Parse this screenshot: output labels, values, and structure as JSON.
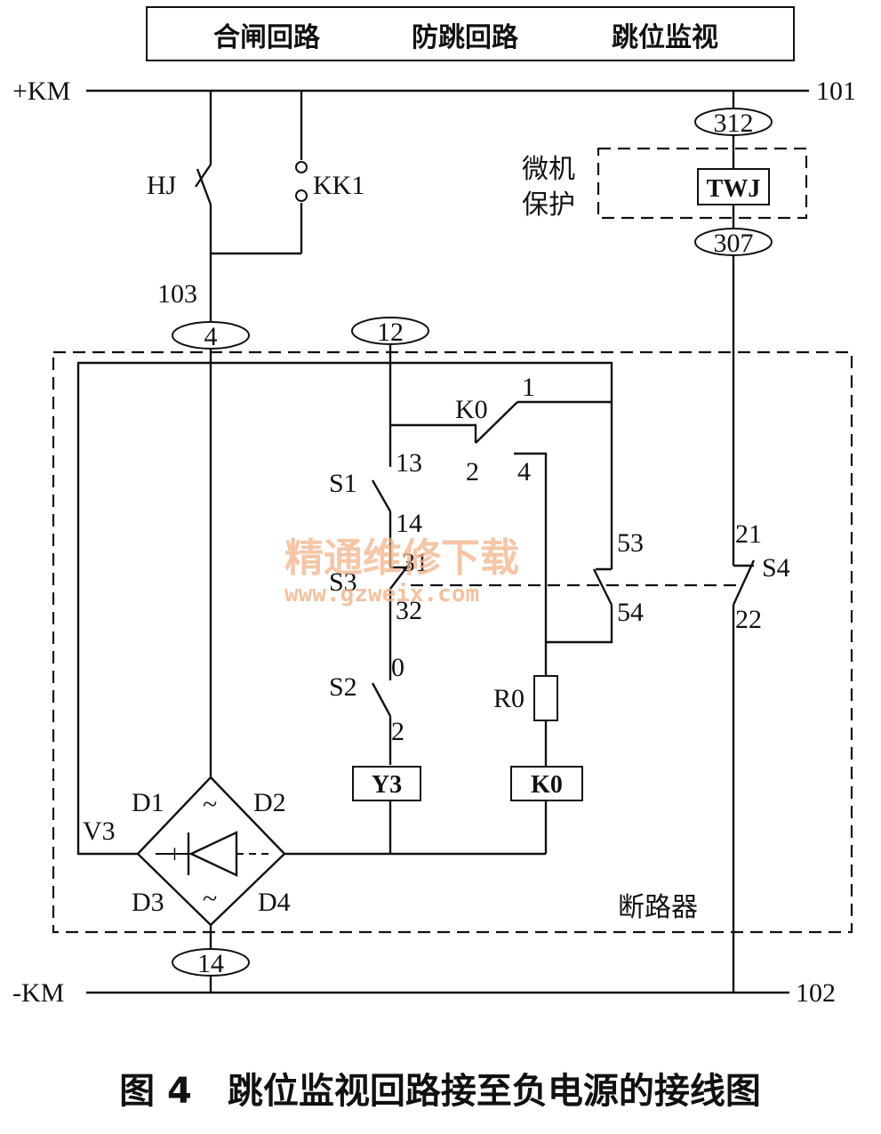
{
  "header": {
    "items": [
      "合闸回路",
      "防跳回路",
      "跳位监视"
    ]
  },
  "rails": {
    "positive": "+KM",
    "negative": "-KM",
    "positive_node": "101",
    "negative_node": "102"
  },
  "contacts": {
    "hj": "HJ",
    "kk1": "KK1",
    "k0": "K0",
    "k0_pin1": "1",
    "k0_pin2": "2",
    "k0_pin4": "4",
    "s1": "S1",
    "s1_13": "13",
    "s1_14": "14",
    "s3": "S3",
    "s3_31": "31",
    "s3_32": "32",
    "s2": "S2",
    "s2_0": "0",
    "s2_2": "2",
    "s4": "S4",
    "s4_21": "21",
    "s4_22": "22",
    "aux_53": "53",
    "aux_54": "54"
  },
  "nodes": {
    "n103": "103",
    "t4": "4",
    "t12": "12",
    "t14": "14",
    "t312": "312",
    "t307": "307"
  },
  "components": {
    "twj": "TWJ",
    "y3": "Y3",
    "k0_coil": "K0",
    "r0": "R0",
    "d1": "D1",
    "d2": "D2",
    "d3": "D3",
    "d4": "D4",
    "v3": "V3",
    "plus_sign": "+",
    "ac_sign": "~"
  },
  "labels": {
    "protection_line1": "微机",
    "protection_line2": "保护",
    "breaker": "断路器"
  },
  "watermark": {
    "text": "精通维修下载",
    "url": "www.gzweix.com"
  },
  "caption": "图 4　跳位监视回路接至负电源的接线图"
}
